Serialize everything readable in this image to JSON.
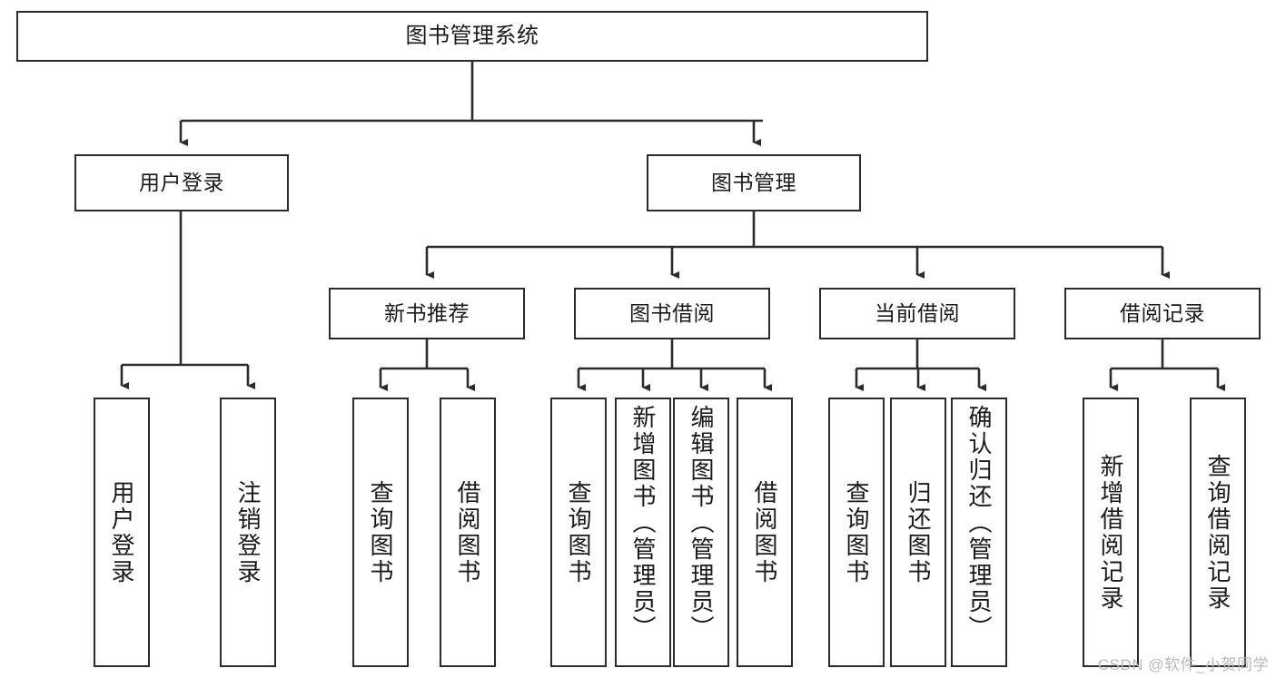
{
  "diagram": {
    "type": "tree-hierarchy",
    "title": "图书管理系统",
    "watermark": "CSDN @软件_小贺同学",
    "colors": {
      "stroke": "#2b2b2b",
      "fill": "#ffffff",
      "text": "#1a1a1a",
      "watermark": "#b9b9b9"
    },
    "nodes": {
      "root": {
        "label": "图书管理系统",
        "level": 1,
        "orientation": "horizontal"
      },
      "l2": [
        {
          "id": "user-login",
          "label": "用户登录",
          "level": 2,
          "orientation": "horizontal"
        },
        {
          "id": "book-manage",
          "label": "图书管理",
          "level": 2,
          "orientation": "horizontal"
        }
      ],
      "l3": [
        {
          "id": "new-book-rec",
          "label": "新书推荐",
          "level": 3,
          "orientation": "horizontal",
          "parent": "book-manage"
        },
        {
          "id": "book-borrow",
          "label": "图书借阅",
          "level": 3,
          "orientation": "horizontal",
          "parent": "book-manage"
        },
        {
          "id": "current-borrow",
          "label": "当前借阅",
          "level": 3,
          "orientation": "horizontal",
          "parent": "book-manage"
        },
        {
          "id": "borrow-record",
          "label": "借阅记录",
          "level": 3,
          "orientation": "horizontal",
          "parent": "book-manage"
        }
      ],
      "leaves": {
        "user-login": [
          {
            "id": "leaf-user-login",
            "label": "用户登录"
          },
          {
            "id": "leaf-user-logout",
            "label": "注销登录"
          }
        ],
        "new-book-rec": [
          {
            "id": "leaf-query-book-1",
            "label": "查询图书"
          },
          {
            "id": "leaf-borrow-book-1",
            "label": "借阅图书"
          }
        ],
        "book-borrow": [
          {
            "id": "leaf-query-book-2",
            "label": "查询图书"
          },
          {
            "id": "leaf-add-book",
            "label": "新增图书（管理员）"
          },
          {
            "id": "leaf-edit-book",
            "label": "编辑图书（管理员）"
          },
          {
            "id": "leaf-borrow-book-2",
            "label": "借阅图书"
          }
        ],
        "current-borrow": [
          {
            "id": "leaf-query-book-3",
            "label": "查询图书"
          },
          {
            "id": "leaf-return-book",
            "label": "归还图书"
          },
          {
            "id": "leaf-confirm-return",
            "label": "确认归还（管理员）"
          }
        ],
        "borrow-record": [
          {
            "id": "leaf-add-record",
            "label": "新增借阅记录"
          },
          {
            "id": "leaf-query-record",
            "label": "查询借阅记录"
          }
        ]
      }
    }
  }
}
